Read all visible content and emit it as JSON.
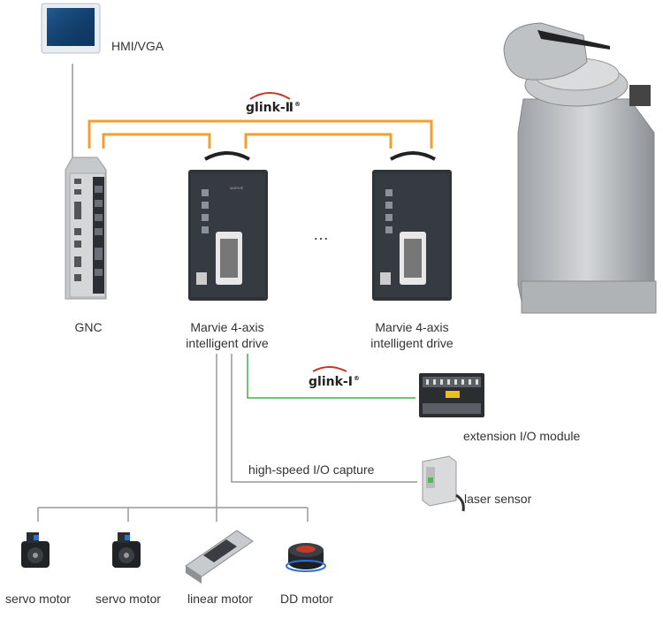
{
  "labels": {
    "hmi": "HMI/VGA",
    "gnc": "GNC",
    "drive1_line1": "Marvie 4-axis",
    "drive1_line2": "intelligent drive",
    "drive2_line1": "Marvie 4-axis",
    "drive2_line2": "intelligent drive",
    "ellipsis": "…",
    "glink2": "glink-Ⅱ",
    "glink1": "glink-Ⅰ",
    "glink_sup": "®",
    "io_capture": "high-speed I/O capture",
    "io_module": "extension I/O module",
    "laser_sensor": "laser sensor",
    "motor1": "servo motor",
    "motor2": "servo motor",
    "motor3": "linear motor",
    "motor4": "DD motor"
  },
  "colors": {
    "glink2_bus": "#f0a030",
    "glink1_bus": "#3cb44a",
    "wire": "#999999",
    "device_dark": "#2e3338",
    "metal": "#b9bcbf"
  }
}
